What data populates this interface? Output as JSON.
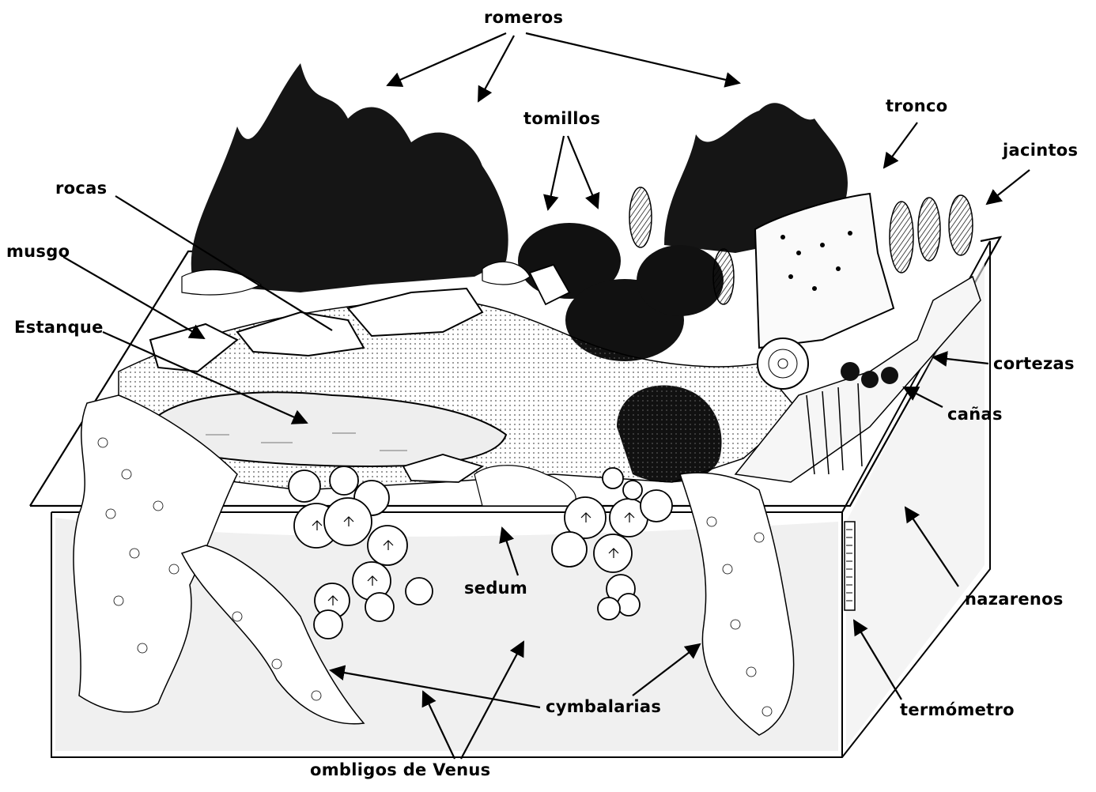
{
  "figure": {
    "subject": "terrarium-cross-section",
    "colors": {
      "ink": "#000000",
      "paper": "#ffffff",
      "shade": "#d8d8d8",
      "foliage": "#1a1a1a",
      "water": "#e6e6e6"
    }
  },
  "labels": {
    "romeros": "romeros",
    "tomillos": "tomillos",
    "tronco": "tronco",
    "jacintos": "jacintos",
    "rocas": "rocas",
    "musgo": "musgo",
    "estanque": "Estanque",
    "cortezas": "cortezas",
    "canas": "cañas",
    "sedum": "sedum",
    "nazarenos": "nazarenos",
    "cymbalarias": "cymbalarias",
    "termometro": "termómetro",
    "ombligos": "ombligos de Venus"
  }
}
